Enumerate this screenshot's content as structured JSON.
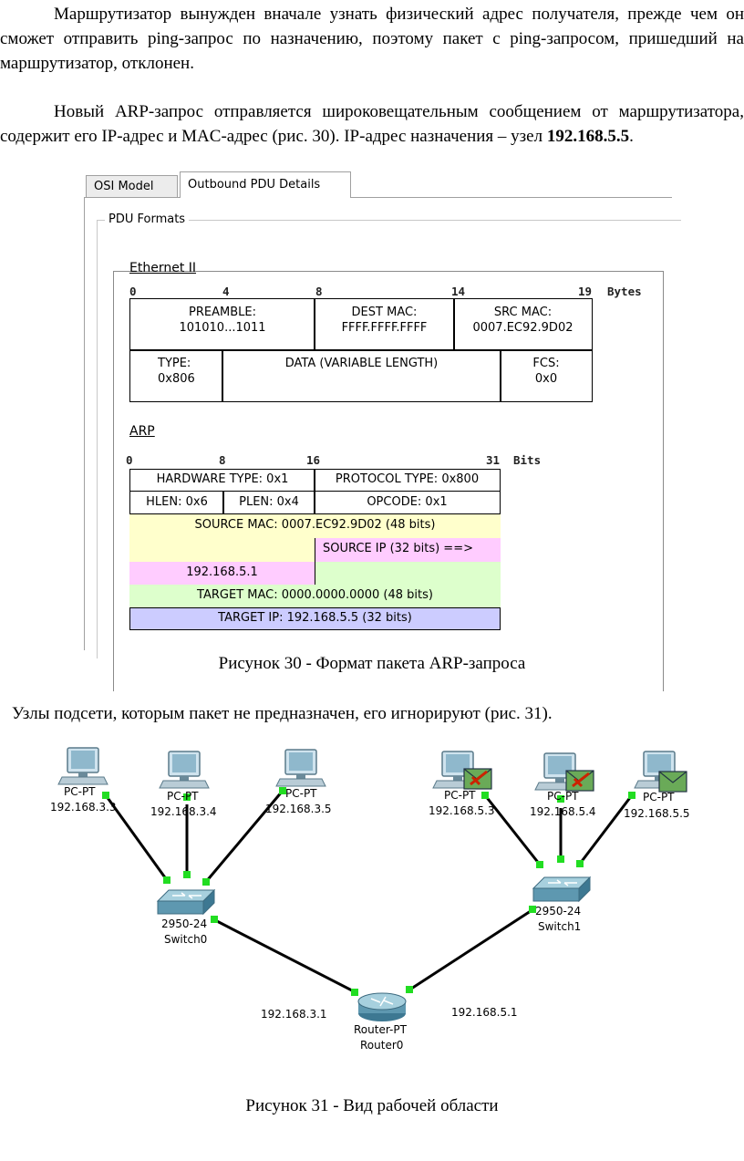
{
  "paragraphs": {
    "p1": "Маршрутизатор вынужден вначале узнать физический адрес получателя, прежде чем он сможет отправить ping-запрос по назначению, поэтому пакет с ping-запросом, пришедший на маршрутизатор, отклонен.",
    "p2_text": "Новый ARP-запрос отправляется широковещательным сообщением от маршрутизатора, содержит его IP-адрес и MAC-адрес (рис. 30). IP-адрес назначения – узел ",
    "p2_bold": "192.168.5.5",
    "p2_end": ".",
    "p3": "Узлы подсети, которым пакет не предназначен, его игнорируют (рис. 31)."
  },
  "figure30": {
    "tabs": [
      "OSI Model",
      "Outbound PDU Details"
    ],
    "active_tab": "Outbound PDU Details",
    "group_title": "PDU Formats",
    "ethernet": {
      "title": "Ethernet II",
      "ruler": [
        "0",
        "4",
        "8",
        "14",
        "19",
        "Bytes"
      ],
      "preamble_label": "PREAMBLE:",
      "preamble_value": "101010...1011",
      "dest_label": "DEST MAC:",
      "dest_value": "FFFF.FFFF.FFFF",
      "src_label": "SRC MAC:",
      "src_value": "0007.EC92.9D02",
      "type_label": "TYPE:",
      "type_value": "0x806",
      "data_label": "DATA (VARIABLE LENGTH)",
      "fcs_label": "FCS:",
      "fcs_value": "0x0"
    },
    "arp": {
      "title": "ARP",
      "ruler": [
        "0",
        "8",
        "16",
        "31",
        "Bits"
      ],
      "hw_type": "HARDWARE TYPE: 0x1",
      "proto_type": "PROTOCOL TYPE: 0x800",
      "hlen": "HLEN: 0x6",
      "plen": "PLEN: 0x4",
      "opcode": "OPCODE: 0x1",
      "source_mac": "SOURCE MAC: 0007.EC92.9D02 (48 bits)",
      "source_ip_label": "SOURCE IP (32 bits) ==>",
      "source_ip_value": "192.168.5.1",
      "target_mac": "TARGET MAC: 0000.0000.0000 (48 bits)",
      "target_ip": "TARGET IP: 192.168.5.5 (32 bits)"
    },
    "caption": "Рисунок 30 - Формат пакета ARP-запроса"
  },
  "figure31": {
    "pcs": [
      {
        "type": "PC-PT",
        "ip": "192.168.3.3"
      },
      {
        "type": "PC-PT",
        "ip": "192.168.3.4"
      },
      {
        "type": "PC-PT",
        "ip": "192.168.3.5"
      },
      {
        "type": "PC-PT",
        "ip": "192.168.5.3"
      },
      {
        "type": "PC-PT",
        "ip": "192.168.5.4"
      },
      {
        "type": "PC-PT",
        "ip": "192.168.5.5"
      }
    ],
    "switches": [
      {
        "model": "2950-24",
        "name": "Switch0"
      },
      {
        "model": "2950-24",
        "name": "Switch1"
      }
    ],
    "router": {
      "model": "Router-PT",
      "name": "Router0"
    },
    "iface_left": "192.168.3.1",
    "iface_right": "192.168.5.1",
    "caption": "Рисунок 31 - Вид рабочей области"
  },
  "colors": {
    "link": "#000000",
    "port": "#22dd22",
    "yellow": "#ffffcc",
    "pink": "#ffccff",
    "green": "#ddffcc",
    "blue": "#ccccff",
    "envelope": "#66aa55",
    "reject": "#cc2200"
  }
}
